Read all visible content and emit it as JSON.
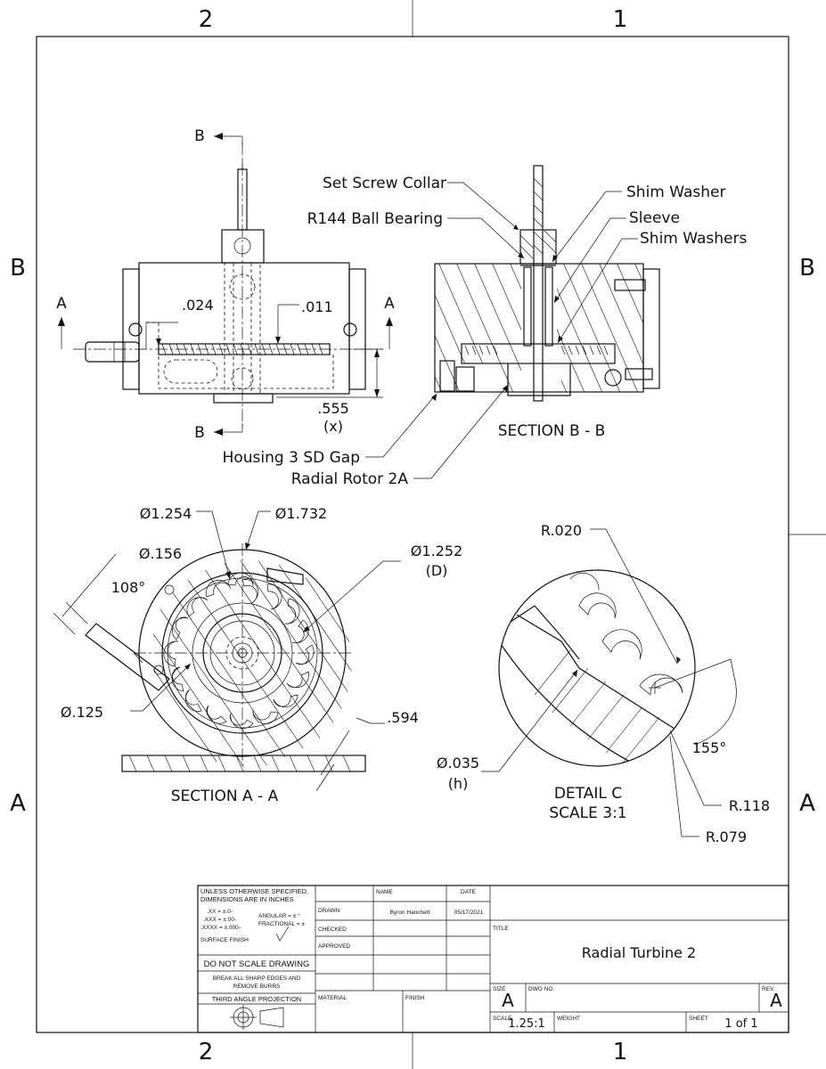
{
  "border": {
    "zones_top": [
      "2",
      "1"
    ],
    "zones_bottom": [
      "2",
      "1"
    ],
    "zones_left": [
      "B",
      "A"
    ],
    "zones_right": [
      "B",
      "A"
    ]
  },
  "front_view": {
    "section_mark_top": "B",
    "section_mark_bottom": "B",
    "section_mark_left": "A",
    "section_mark_right": "A",
    "dim_gap_left": ".024",
    "dim_gap_right": ".011",
    "dim_height": ".555",
    "dim_height_note": "(x)"
  },
  "section_bb": {
    "title": "SECTION B - B",
    "callouts": {
      "set_screw_collar": "Set Screw Collar",
      "ball_bearing": "R144 Ball Bearing",
      "shim_washer": "Shim Washer",
      "sleeve": "Sleeve",
      "shim_washers": "Shim Washers",
      "housing": "Housing 3 SD Gap",
      "rotor": "Radial Rotor 2A"
    }
  },
  "section_aa": {
    "title": "SECTION A - A",
    "dims": {
      "d1254": "Ø1.254",
      "d1732": "Ø1.732",
      "d156": "Ø.156",
      "d1252": "Ø1.252",
      "d1252_note": "(D)",
      "angle108": "108°",
      "d125": "Ø.125",
      "d594": ".594"
    }
  },
  "detail_c": {
    "title": "DETAIL C",
    "scale": "SCALE 3:1",
    "dims": {
      "r020": "R.020",
      "angle155": "155°",
      "d035": "Ø.035",
      "d035_note": "(h)",
      "r118": "R.118",
      "r079": "R.079"
    }
  },
  "title_block": {
    "spec_line1": "UNLESS OTHERWISE SPECIFIED,",
    "spec_line2": "DIMENSIONS ARE IN INCHES",
    "tol_xx": ".XX = ±.0-",
    "tol_xxx": ".XXX = ±.00-",
    "tol_xxxx": ".XXXX = ±.000-",
    "tol_angular": "ANGULAR = ± °",
    "tol_fractional": "FRACTIONAL = ±",
    "surface_finish": "SURFACE FINISH",
    "do_not_scale": "DO NOT SCALE DRAWING",
    "break_edges_1": "BREAK ALL SHARP EDGES AND",
    "break_edges_2": "REMOVE BURRS",
    "projection": "THIRD ANGLE PROJECTION",
    "col_name": "NAME",
    "col_date": "DATE",
    "row_drawn": "DRAWN",
    "row_checked": "CHECKED",
    "row_approved": "APPROVED",
    "drawn_name": "Byron Hanchett",
    "drawn_date": "05/17/2021",
    "material_label": "MATERIAL",
    "finish_label": "FINISH",
    "title_label": "TITLE",
    "title": "Radial Turbine 2",
    "size_label": "SIZE",
    "size": "A",
    "dwg_no_label": "DWG NO.",
    "rev_label": "REV.",
    "rev": "A",
    "scale_label": "SCALE",
    "scale": "1.25:1",
    "weight_label": "WEIGHT",
    "sheet_label": "SHEET",
    "sheet": "1 of 1"
  }
}
